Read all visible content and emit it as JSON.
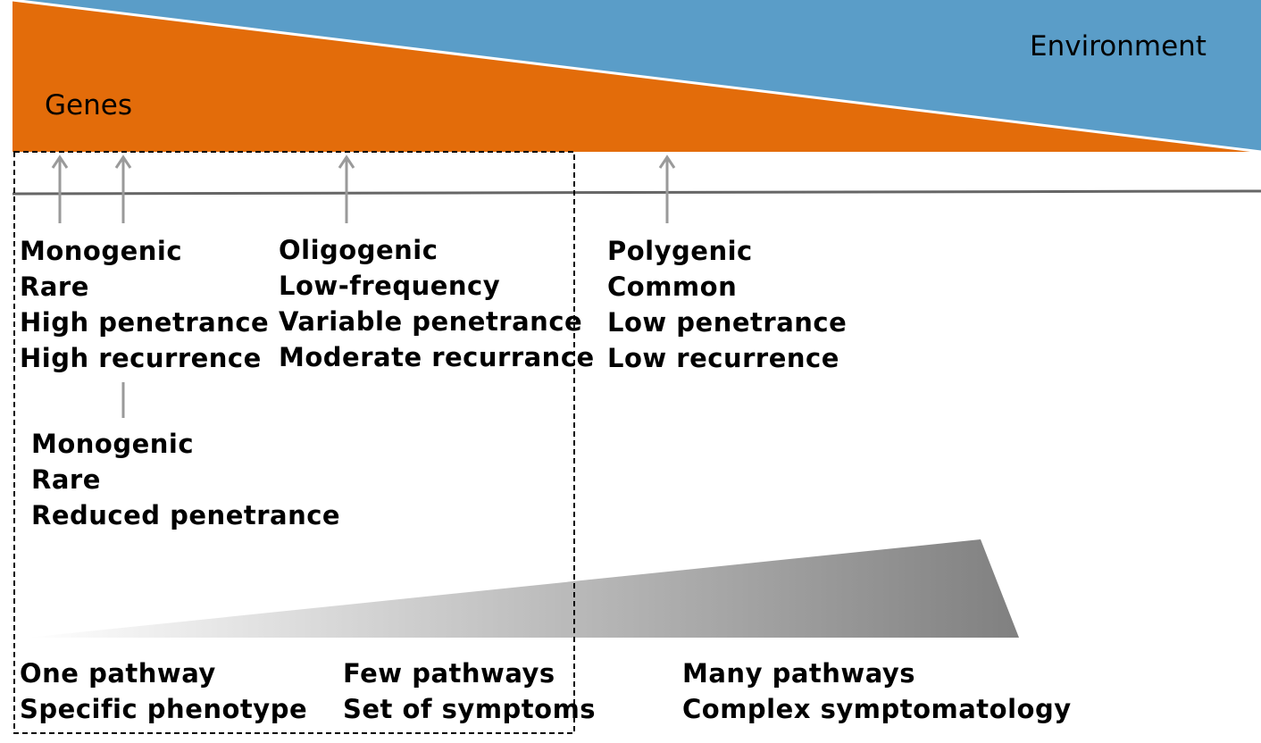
{
  "colors": {
    "genes": "#e36c0a",
    "environment": "#5a9dc8",
    "axis": "#666666",
    "arrow": "#9a9a9a",
    "wedge_light": "#ffffff",
    "wedge_dark": "#808080",
    "box_border": "#000000"
  },
  "top": {
    "genes_label": "Genes",
    "environment_label": "Environment"
  },
  "variant_classes": {
    "monogenic_high": [
      "Monogenic",
      "Rare",
      "High penetrance",
      "High recurrence"
    ],
    "monogenic_reduced": [
      "Monogenic",
      "Rare",
      "Reduced penetrance"
    ],
    "oligogenic": [
      "Oligogenic",
      "Low-frequency",
      "Variable penetrance",
      "Moderate recurrance"
    ],
    "polygenic": [
      "Polygenic",
      "Common",
      "Low penetrance",
      "Low recurrence"
    ]
  },
  "pathways": {
    "one": [
      "One pathway",
      "Specific phenotype"
    ],
    "few": [
      "Few pathways",
      "Set of symptoms"
    ],
    "many": [
      "Many pathways",
      "Complex symptomatology"
    ]
  }
}
